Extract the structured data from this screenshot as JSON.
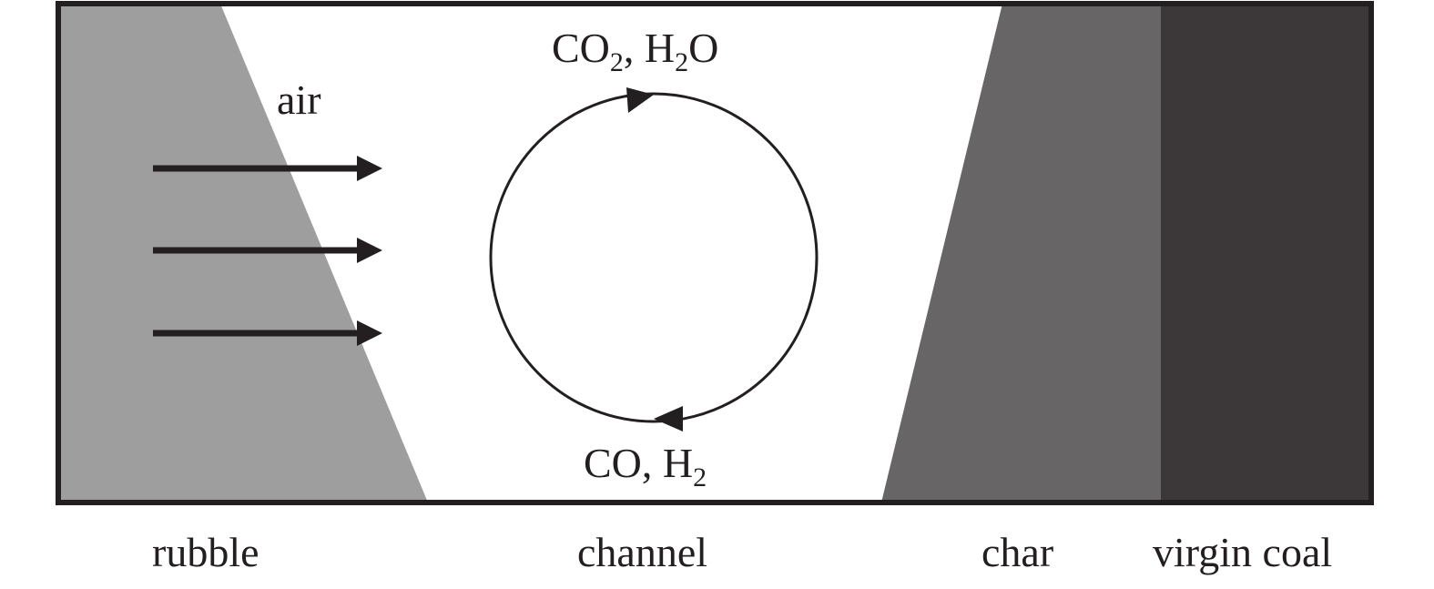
{
  "colors": {
    "rubble": "#9f9e9e",
    "channel": "#ffffff",
    "char": "#676566",
    "virgin_coal": "#3c3839",
    "stroke": "#231f20"
  },
  "labels": {
    "air": "air",
    "top_gas": {
      "part1": "CO",
      "sub1": "2",
      "part2": ", H",
      "sub2": "2",
      "part3": "O"
    },
    "bottom_gas": {
      "part1": "CO, H",
      "sub1": "2"
    },
    "zones": {
      "rubble": "rubble",
      "channel": "channel",
      "char": "char",
      "virgin_coal": "virgin coal"
    }
  }
}
